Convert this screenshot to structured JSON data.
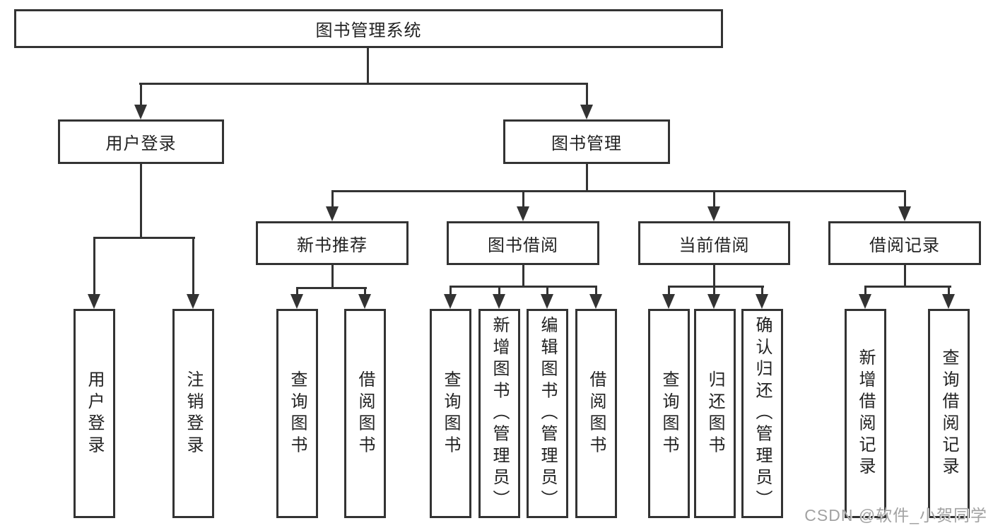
{
  "diagram": {
    "root": {
      "label": "图书管理系统"
    },
    "level2": [
      {
        "label": "用户登录"
      },
      {
        "label": "图书管理"
      }
    ],
    "level3": [
      {
        "label": "新书推荐"
      },
      {
        "label": "图书借阅"
      },
      {
        "label": "当前借阅"
      },
      {
        "label": "借阅记录"
      }
    ],
    "leaves": {
      "user_login": [
        "用户登录",
        "注销登录"
      ],
      "new_books": [
        "查询图书",
        "借阅图书"
      ],
      "book_borrow": [
        "查询图书",
        "新增图书（管理员）",
        "编辑图书（管理员）",
        "借阅图书"
      ],
      "current_borrow": [
        "查询图书",
        "归还图书",
        "确认归还（管理员）"
      ],
      "borrow_records": [
        "新增借阅记录",
        "查询借阅记录"
      ]
    }
  },
  "watermark": {
    "text": "CSDN @软件_小贺同学"
  },
  "colors": {
    "line": "#333333",
    "text": "#222222",
    "watermark": "#a2a2a2",
    "background": "#ffffff"
  }
}
